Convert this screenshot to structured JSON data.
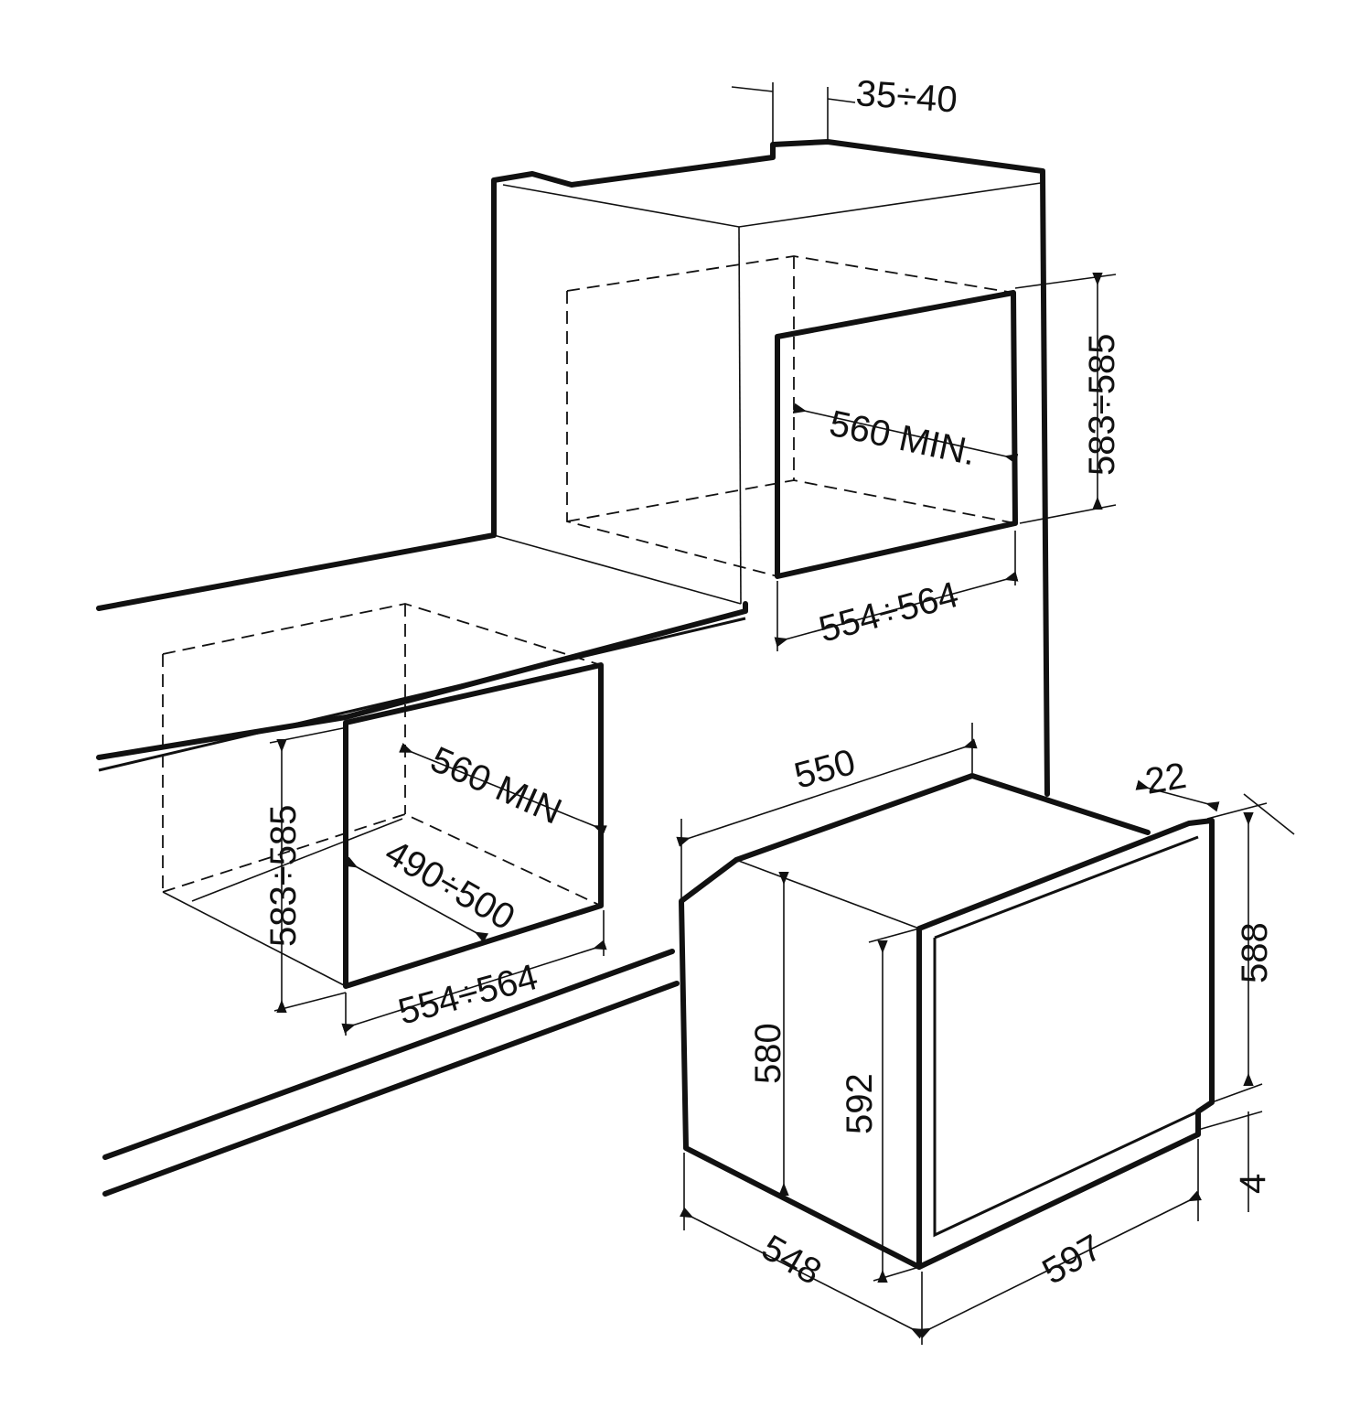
{
  "title": "Oven built-in installation dimensions",
  "labels": {
    "top_gap": "35÷40",
    "upper_niche_width": "560 MIN.",
    "upper_niche_height": "583÷585",
    "upper_niche_opening": "554÷564",
    "lower_niche_width": "560 MIN",
    "lower_niche_height": "583÷585",
    "lower_niche_depth": "490÷500",
    "lower_niche_opening": "554÷564",
    "oven_depth_top": "550",
    "door_thickness": "22",
    "oven_front_height": "588",
    "oven_body_height": "580",
    "oven_total_height": "592",
    "oven_bottom_gap": "4",
    "oven_depth_bottom": "548",
    "oven_width": "597"
  }
}
